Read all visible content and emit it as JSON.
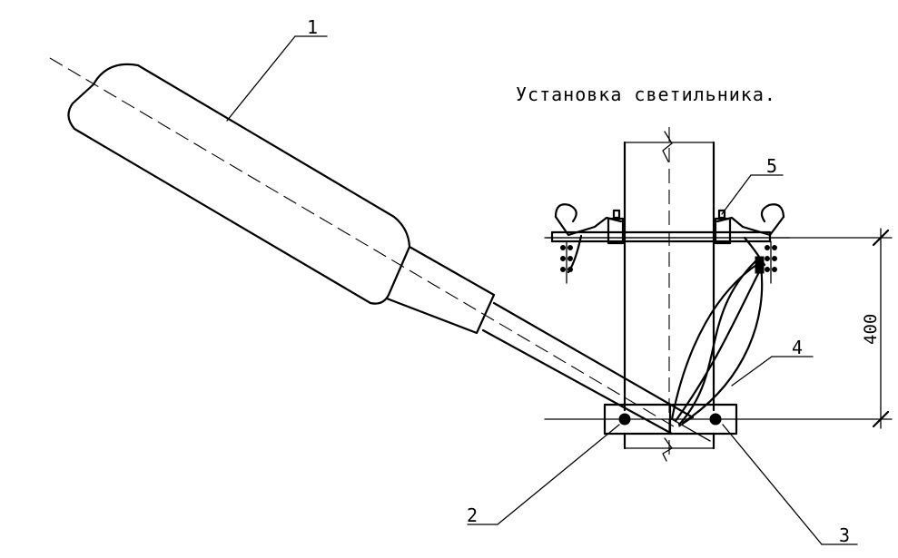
{
  "title": "Установка светильника.",
  "callouts": [
    {
      "id": "luminaire",
      "number": "1"
    },
    {
      "id": "bracket-bolt-left",
      "number": "2"
    },
    {
      "id": "bracket-bolt-right",
      "number": "3"
    },
    {
      "id": "cable",
      "number": "4"
    },
    {
      "id": "wire-clamp",
      "number": "5"
    }
  ],
  "dimension": {
    "value": "400"
  }
}
